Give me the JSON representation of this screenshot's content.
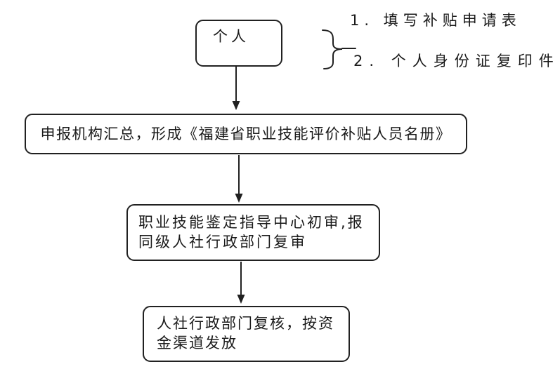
{
  "diagram": {
    "background_color": "#ffffff",
    "line_color": "#212121",
    "text_color": "#1a1a1a",
    "nodes": [
      {
        "id": "individual",
        "lines": [
          "个人"
        ]
      },
      {
        "id": "roster",
        "lines": [
          "申报机构汇总，形成《福建省职业技能评价补贴人员名册》"
        ]
      },
      {
        "id": "review",
        "lines": [
          "职业技能鉴定指导中心初审,报",
          "同级人社行政部门复审"
        ]
      },
      {
        "id": "disburse",
        "lines": [
          "人社行政部门复核，按资",
          "金渠道发放"
        ]
      }
    ],
    "annotations": [
      {
        "id": "note-1",
        "text": "1. 填写补贴申请表"
      },
      {
        "id": "note-2",
        "text": "2. 个人身份证复印件"
      }
    ],
    "connectors": [
      {
        "from": "individual",
        "to": "roster",
        "type": "arrow"
      },
      {
        "from": "roster",
        "to": "review",
        "type": "arrow"
      },
      {
        "from": "review",
        "to": "disburse",
        "type": "arrow"
      },
      {
        "from": "annotations",
        "to": "individual",
        "type": "brace"
      }
    ]
  }
}
